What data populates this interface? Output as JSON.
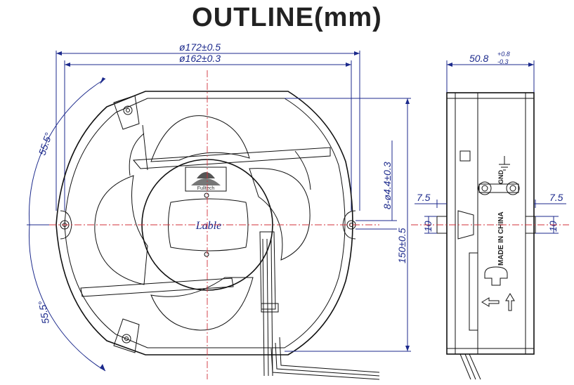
{
  "title": "OUTLINE(mm)",
  "dimensions": {
    "outer_diameter": "ø172±0.5",
    "inner_diameter": "ø162±0.3",
    "angle_top": "55.5°",
    "angle_bottom": "55.5°",
    "hole_spec": "8-ø4.4±0.3",
    "height": "150±0.5",
    "depth_main": "50.8",
    "depth_tol_plus": "+0.8",
    "depth_tol_minus": "-0.3",
    "left_offset": "7.5",
    "right_offset": "7.5",
    "left_slot": "10",
    "right_slot": "10"
  },
  "labels": {
    "center_label": "Lable",
    "made_in": "MADE IN CHINA",
    "gnd": "GND",
    "logo_text": "Fulltech"
  }
}
